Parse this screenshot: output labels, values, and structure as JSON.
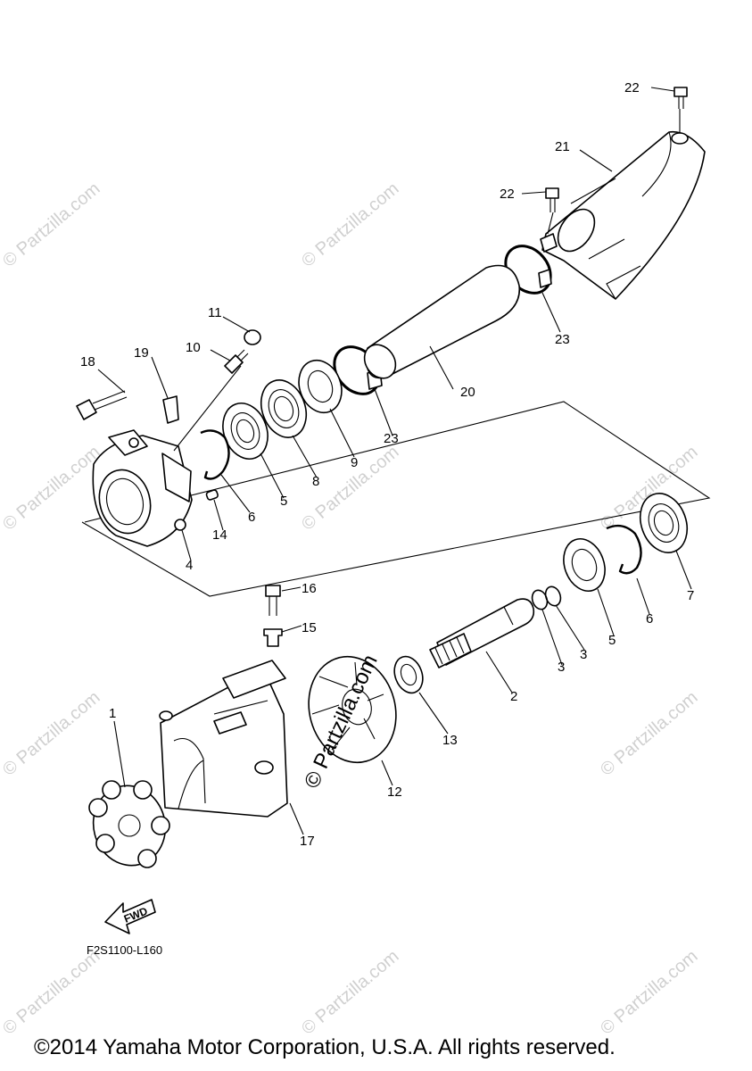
{
  "diagram": {
    "code": "F2S1100-L160",
    "copyright": "©2014 Yamaha Motor Corporation, U.S.A. All rights reserved.",
    "fwd_label": "FWD",
    "watermark": "© Partzilla.com",
    "callouts": {
      "c1": "1",
      "c2": "2",
      "c3a": "3",
      "c3b": "3",
      "c4": "4",
      "c5a": "5",
      "c5b": "5",
      "c6a": "6",
      "c6b": "6",
      "c7": "7",
      "c8": "8",
      "c9": "9",
      "c10": "10",
      "c11": "11",
      "c12": "12",
      "c13": "13",
      "c14": "14",
      "c15": "15",
      "c16": "16",
      "c17": "17",
      "c18": "18",
      "c19": "19",
      "c20": "20",
      "c21": "21",
      "c22a": "22",
      "c22b": "22",
      "c23a": "23",
      "c23b": "23"
    }
  }
}
